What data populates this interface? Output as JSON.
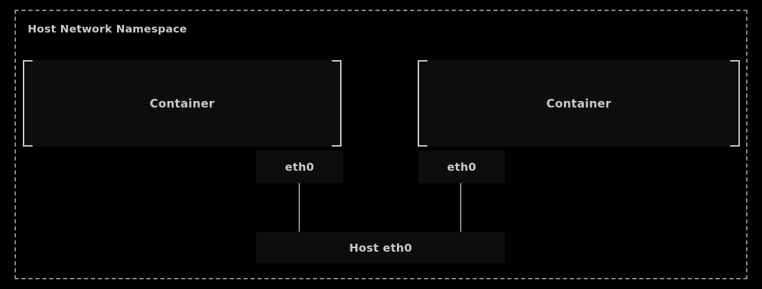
{
  "diagram": {
    "title": "Host Network Namespace",
    "background_color": "#000000",
    "box_fill_color": "#0d0d0d",
    "boundary_color": "#8d8d8d",
    "bracket_color": "#d2d2d2",
    "text_color": "#c9c9c9",
    "connector_color": "#8d8d8d"
  },
  "containers": [
    {
      "label": "Container"
    },
    {
      "label": "Container"
    }
  ],
  "interfaces": [
    {
      "label": "eth0"
    },
    {
      "label": "eth0"
    }
  ],
  "host_interface": {
    "label": "Host eth0"
  }
}
